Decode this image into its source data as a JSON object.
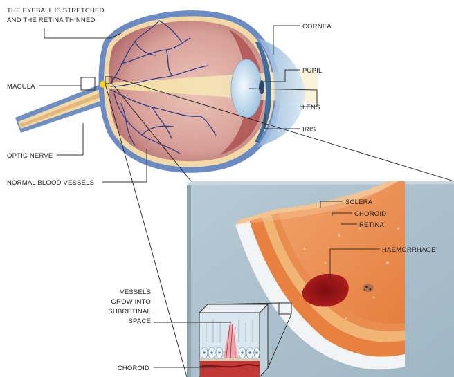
{
  "labels": {
    "eyeball_stretched_line1": "THE EYEBALL IS STRETCHED",
    "eyeball_stretched_line2": "AND THE RETINA THINNED",
    "cornea": "CORNEA",
    "pupil": "PUPIL",
    "macula": "MACULA",
    "lens": "LENS",
    "iris": "IRIS",
    "optic_nerve": "OPTIC NERVE",
    "normal_blood_vessels": "NORMAL BLOOD VESSELS",
    "sclera": "SCLERA",
    "choroid_upper": "CHOROID",
    "retina": "RETINA",
    "haemorrhage": "HAEMORRHAGE",
    "vessels_line1": "VESSELS",
    "vessels_line2": "GROW INTO",
    "vessels_line3": "SUBRETINAL",
    "vessels_line4": "SPACE",
    "choroid_lower": "CHOROID"
  },
  "colors": {
    "sclera_blue": "#6f8fc4",
    "retina_cream": "#f2d9a6",
    "eye_interior": "#d9a7a0",
    "light_beam": "#f6e9b8",
    "inset_panel": "#a9bfcc",
    "tissue_orange": "#e98c4e",
    "haemorrhage_red": "#a3161c"
  }
}
